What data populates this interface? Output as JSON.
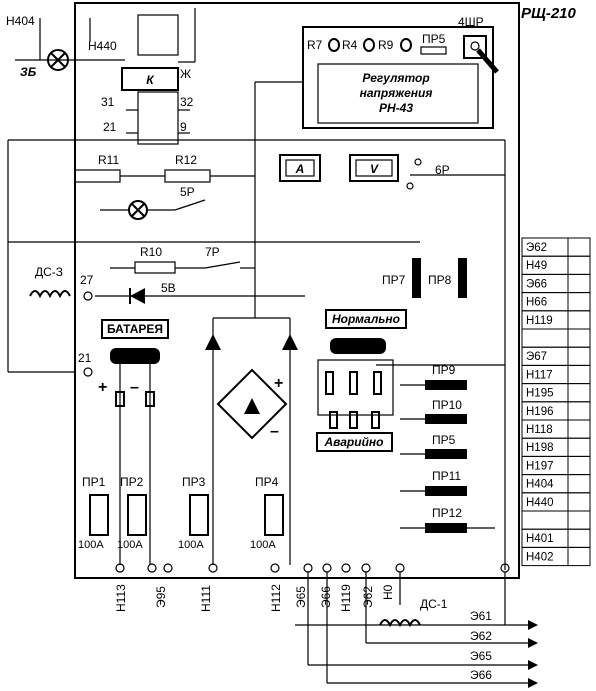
{
  "title": "РЩ-210",
  "regulator": {
    "line1": "Регулятор",
    "line2": "напряжения",
    "line3": "РН-43"
  },
  "resistors": [
    "R7",
    "R4",
    "R9"
  ],
  "fuses_top": [
    "ПР5",
    "4ШР"
  ],
  "top_labels": {
    "n404": "Н404",
    "n440": "Н440",
    "zb": "ЗБ",
    "k": "К",
    "zh": "Ж",
    "p31": "31",
    "p32": "32",
    "p21": "21",
    "p9": "9"
  },
  "relay_labels": {
    "r11": "R11",
    "r12": "R12",
    "r5": "5Р",
    "r10": "R10",
    "r7": "7Р",
    "v5": "5В",
    "p6": "6Р",
    "ds3": "ДС-З",
    "p27": "27",
    "p21b": "21"
  },
  "meters": {
    "a": "А",
    "v": "V"
  },
  "fuse_labels": {
    "pr7": "ПР7",
    "pr8": "ПР8"
  },
  "boxes": {
    "battery": "БАТАРЕЯ",
    "normal": "Нормально",
    "emergency": "Аварийно"
  },
  "signs": {
    "plus": "+",
    "minus": "–"
  },
  "fuses_right": [
    "ПР9",
    "ПР10",
    "ПР5",
    "ПР11",
    "ПР12"
  ],
  "fuses_bottom": [
    "ПР1",
    "ПР2",
    "ПР3",
    "ПР4"
  ],
  "amp": "100А",
  "bottom_terminals": [
    "Н113",
    "Э95",
    "Н111",
    "Н112",
    "Э65",
    "Э66",
    "Н119",
    "Э62",
    "Н0"
  ],
  "outputs": {
    "ds1": "ДС-1",
    "e61": "Э61",
    "e62": "Э62",
    "e65": "Э65",
    "e66": "Э66"
  },
  "table": [
    "Э62",
    "Н49",
    "Э66",
    "Н66",
    "Н119",
    "",
    "Э67",
    "Н117",
    "Н195",
    "Н196",
    "Н118",
    "Н198",
    "Н197",
    "Н404",
    "Н440",
    "",
    "Н401",
    "Н402"
  ]
}
